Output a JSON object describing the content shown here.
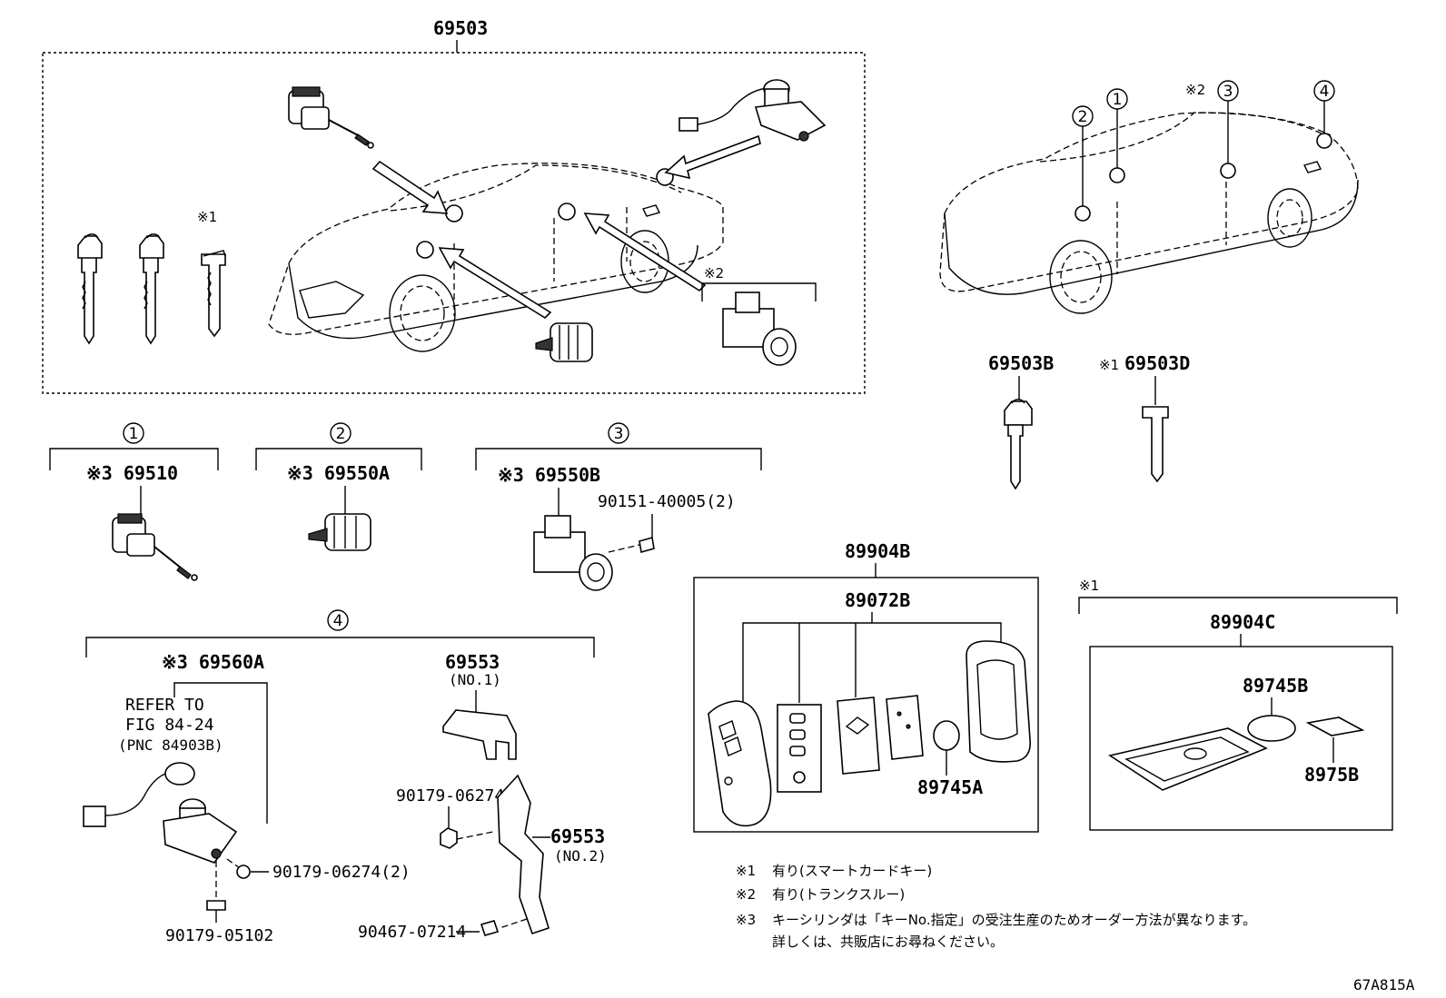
{
  "labels": {
    "main_assembly": "69503",
    "key_b": "69503B",
    "key_d_note": "※1",
    "key_d": "69503D",
    "circle1": "1",
    "circle2": "2",
    "circle3": "3",
    "circle4": "4",
    "mark_note1": "※1",
    "mark_note2": "※2",
    "group1_part": "※3 69510",
    "group2_part": "※3 69550A",
    "group3_part": "※3 69550B",
    "group3_screw": "90151-40005(2)",
    "group4_part": "※3 69560A",
    "refer_line1": "REFER TO",
    "refer_line2": "FIG 84-24",
    "refer_line3": "(PNC 84903B)",
    "bolt_a": "90179-06274(2)",
    "bolt_b": "90179-05102",
    "bracket1": "69553",
    "bracket1_no": "(NO.1)",
    "nut": "90179-06274",
    "bracket2": "69553",
    "bracket2_no": "(NO.2)",
    "bolt_c": "90467-07214",
    "transmitter_set": "89904B",
    "transmitter": "89072B",
    "battery_a": "89745A",
    "card_note": "※1",
    "card_set": "89904C",
    "battery_b": "89745B",
    "card_sticker": "8975B",
    "figure_id": "67A815A"
  },
  "notes": [
    {
      "mark": "※1",
      "text": "有り(スマートカードキー)"
    },
    {
      "mark": "※2",
      "text": "有り(トランクスルー)"
    },
    {
      "mark": "※3",
      "text": "キーシリンダは「キーNo.指定」の受注生産のためオーダー方法が異なります。"
    },
    {
      "mark": "",
      "text": "詳しくは、共販店にお尋ねください。"
    }
  ]
}
